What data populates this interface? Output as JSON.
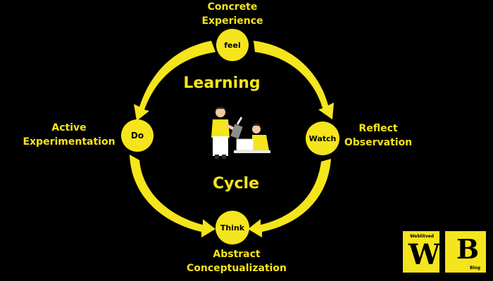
{
  "diagram": {
    "title_top": "Learning",
    "title_bottom": "Cycle",
    "accent_color": "#f5e51c",
    "background_color": "#000000",
    "stages": {
      "concrete": {
        "label_line1": "Concrete",
        "label_line2": "Experience",
        "node": "feel"
      },
      "reflect": {
        "label_line1": "Reflect",
        "label_line2": "Observation",
        "node": "Watch"
      },
      "abstract": {
        "label_line1": "Abstract",
        "label_line2": "Conceptualization",
        "node": "Think"
      },
      "active": {
        "label_line1": "Active",
        "label_line2": "Experimentation",
        "node": "Do"
      }
    },
    "illustration_icon": "teacher-and-student-icon"
  },
  "logo": {
    "small_top": "Weblitved",
    "letter_w": "W",
    "letter_b": "B",
    "small_bottom": "Blog"
  }
}
